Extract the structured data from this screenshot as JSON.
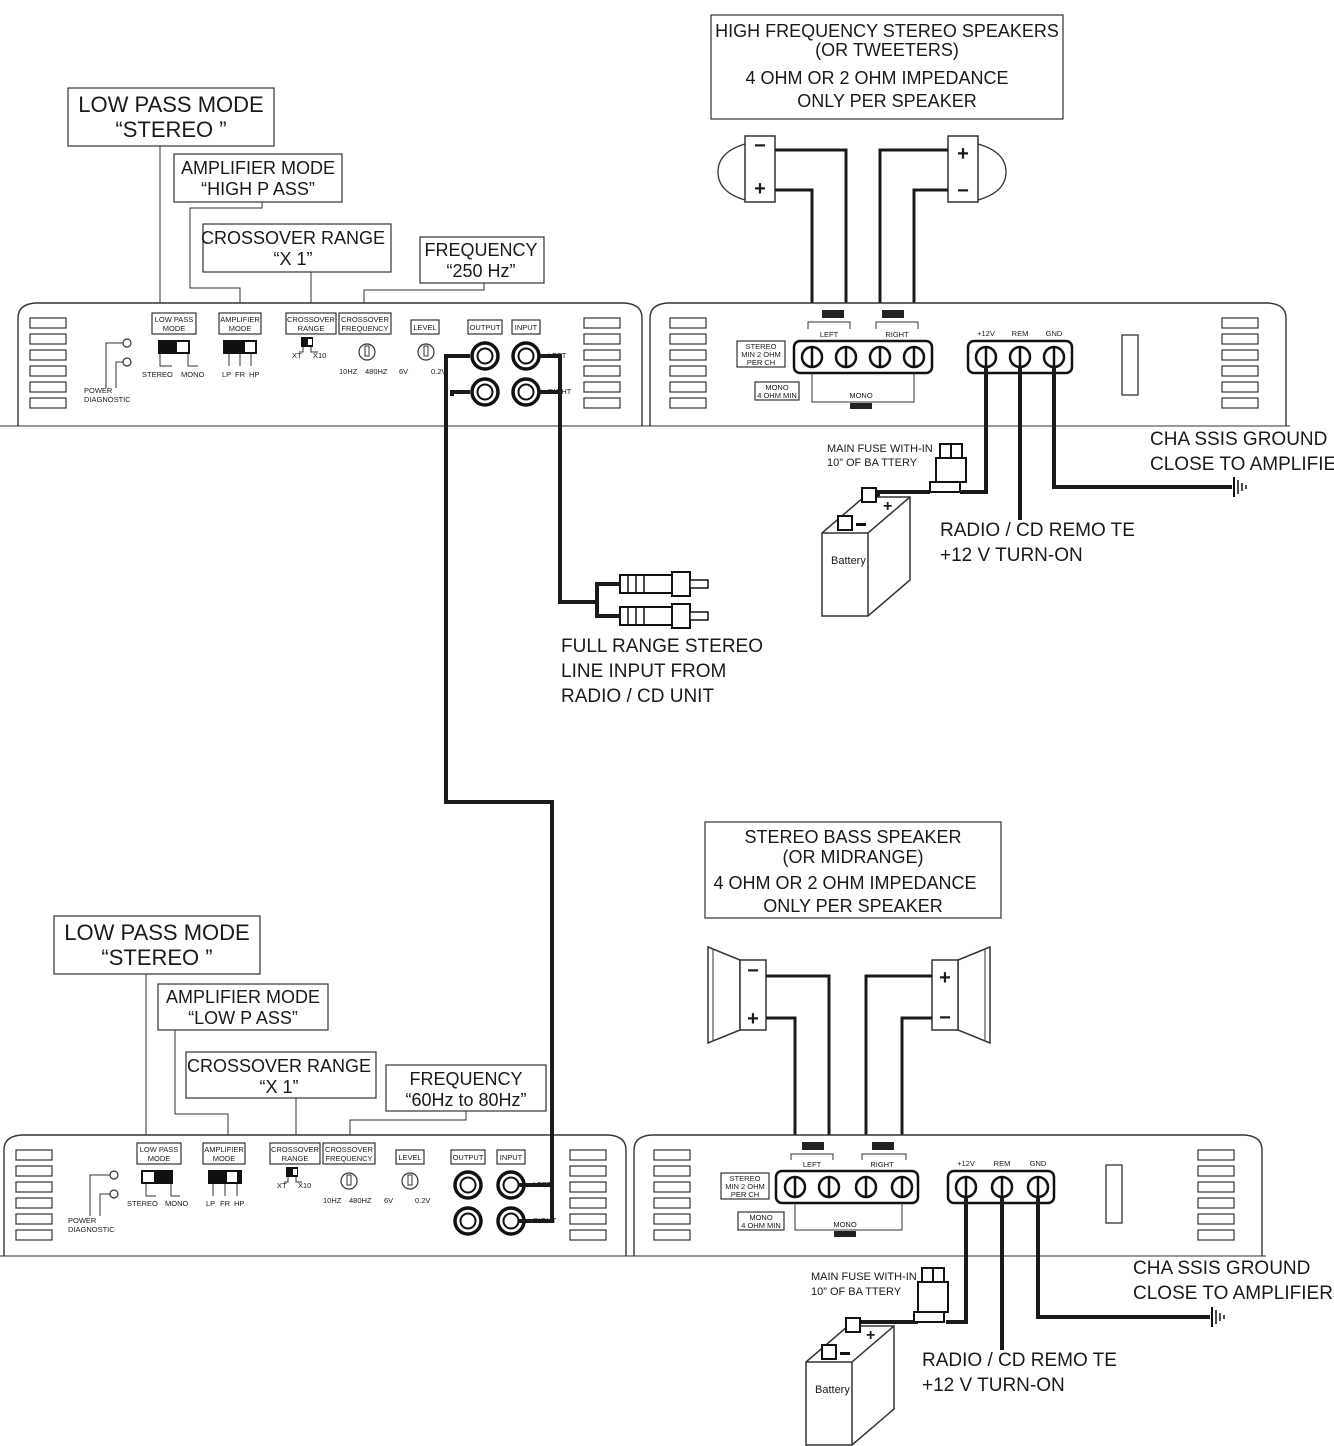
{
  "top_amp": {
    "callouts": {
      "low_pass": [
        "LOW PASS MODE",
        "“STEREO ”"
      ],
      "amp_mode": [
        "AMPLIFIER MODE",
        "“HIGH P ASS”"
      ],
      "crossover_range": [
        "CROSSOVER RANGE",
        "“X 1”"
      ],
      "frequency": [
        "FREQUENCY",
        "“250 Hz”"
      ]
    }
  },
  "bottom_amp": {
    "callouts": {
      "low_pass": [
        "LOW PASS MODE",
        "“STEREO ”"
      ],
      "amp_mode": [
        "AMPLIFIER MODE",
        "“LOW P ASS”"
      ],
      "crossover_range": [
        "CROSSOVER RANGE",
        "“X 1”"
      ],
      "frequency": [
        "FREQUENCY",
        "“60Hz to 80Hz”"
      ]
    }
  },
  "panel_labels": {
    "low_pass_mode": [
      "LOW PASS",
      "MODE"
    ],
    "amplifier_mode": [
      "AMPLIFIER",
      "MODE"
    ],
    "crossover_range": [
      "CROSSOVER",
      "RANGE"
    ],
    "crossover_frequency": [
      "CROSSOVER",
      "FREQUENCY"
    ],
    "level": "LEVEL",
    "output": "OUTPUT",
    "input": "INPUT",
    "stereo": "STEREO",
    "mono": "MONO",
    "lp": "LP",
    "fr": "FR",
    "hp": "HP",
    "xt": "XT",
    "x10": "X10",
    "freq_min": "10HZ",
    "freq_max": "480HZ",
    "level_min": "6V",
    "level_max": "0.2V",
    "power_diag": [
      "POWER",
      "DIAGNOSTIC"
    ],
    "left": "LEFT",
    "right": "RIGHT"
  },
  "speaker_panel": {
    "stereo_min": [
      "STEREO",
      "MIN 2 OHM",
      "PER CH"
    ],
    "mono_min": [
      "MONO",
      "4 OHM MIN"
    ],
    "left": "LEFT",
    "right": "RIGHT",
    "mono": "MONO",
    "plus12": "+12V",
    "rem": "REM",
    "gnd": "GND"
  },
  "top_speakers": [
    "HIGH FREQUENCY STEREO SPEAKERS",
    "(OR TWEETERS)",
    "4 OHM OR 2 OHM IMPEDANCE",
    "ONLY PER SPEAKER"
  ],
  "bottom_speakers": [
    "STEREO BASS SPEAKER",
    "(OR MIDRANGE)",
    "4 OHM OR 2 OHM IMPEDANCE",
    "ONLY PER SPEAKER"
  ],
  "fuse_label": [
    "MAIN FUSE WITH-IN",
    "10” OF BA TTERY"
  ],
  "battery_label": "Battery",
  "remote_label": [
    "RADIO / CD REMO  TE",
    "+12 V TURN-ON"
  ],
  "ground_label": [
    "CHA SSIS GROUND",
    "CLOSE TO AMPLIFIER"
  ],
  "line_input_label": [
    "FULL RANGE STEREO",
    "LINE INPUT FROM",
    "RADIO / CD UNIT"
  ]
}
